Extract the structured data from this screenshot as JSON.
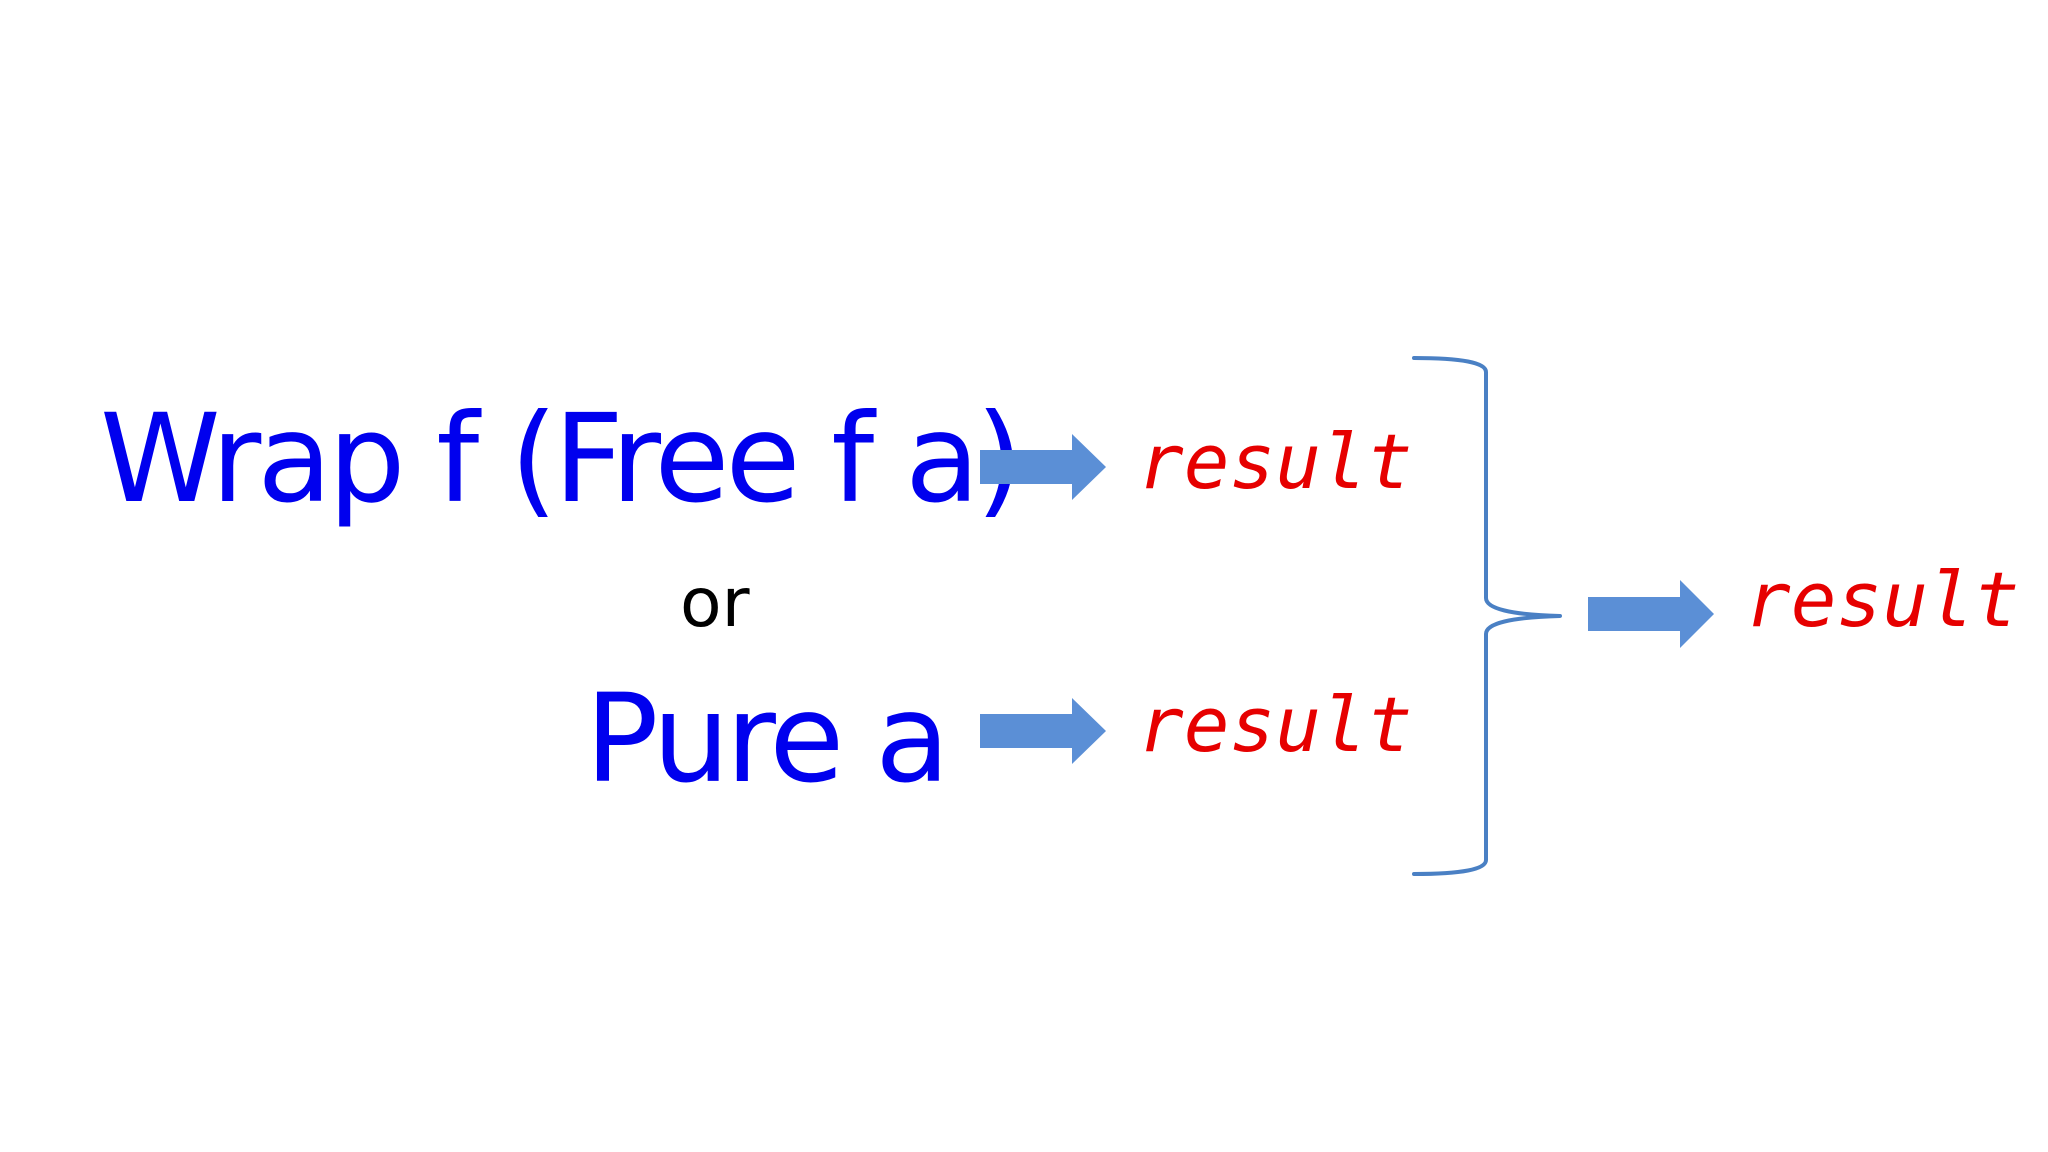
{
  "terms": {
    "wrap": "Wrap f (Free f a)",
    "connector": "or",
    "pure": "Pure a"
  },
  "results": {
    "top": "result",
    "bottom": "result",
    "final": "result"
  },
  "colors": {
    "term": "#0000ee",
    "result": "#e60000",
    "arrow": "#5b8fd6",
    "brace": "#4a80c4",
    "connector": "#000000"
  }
}
